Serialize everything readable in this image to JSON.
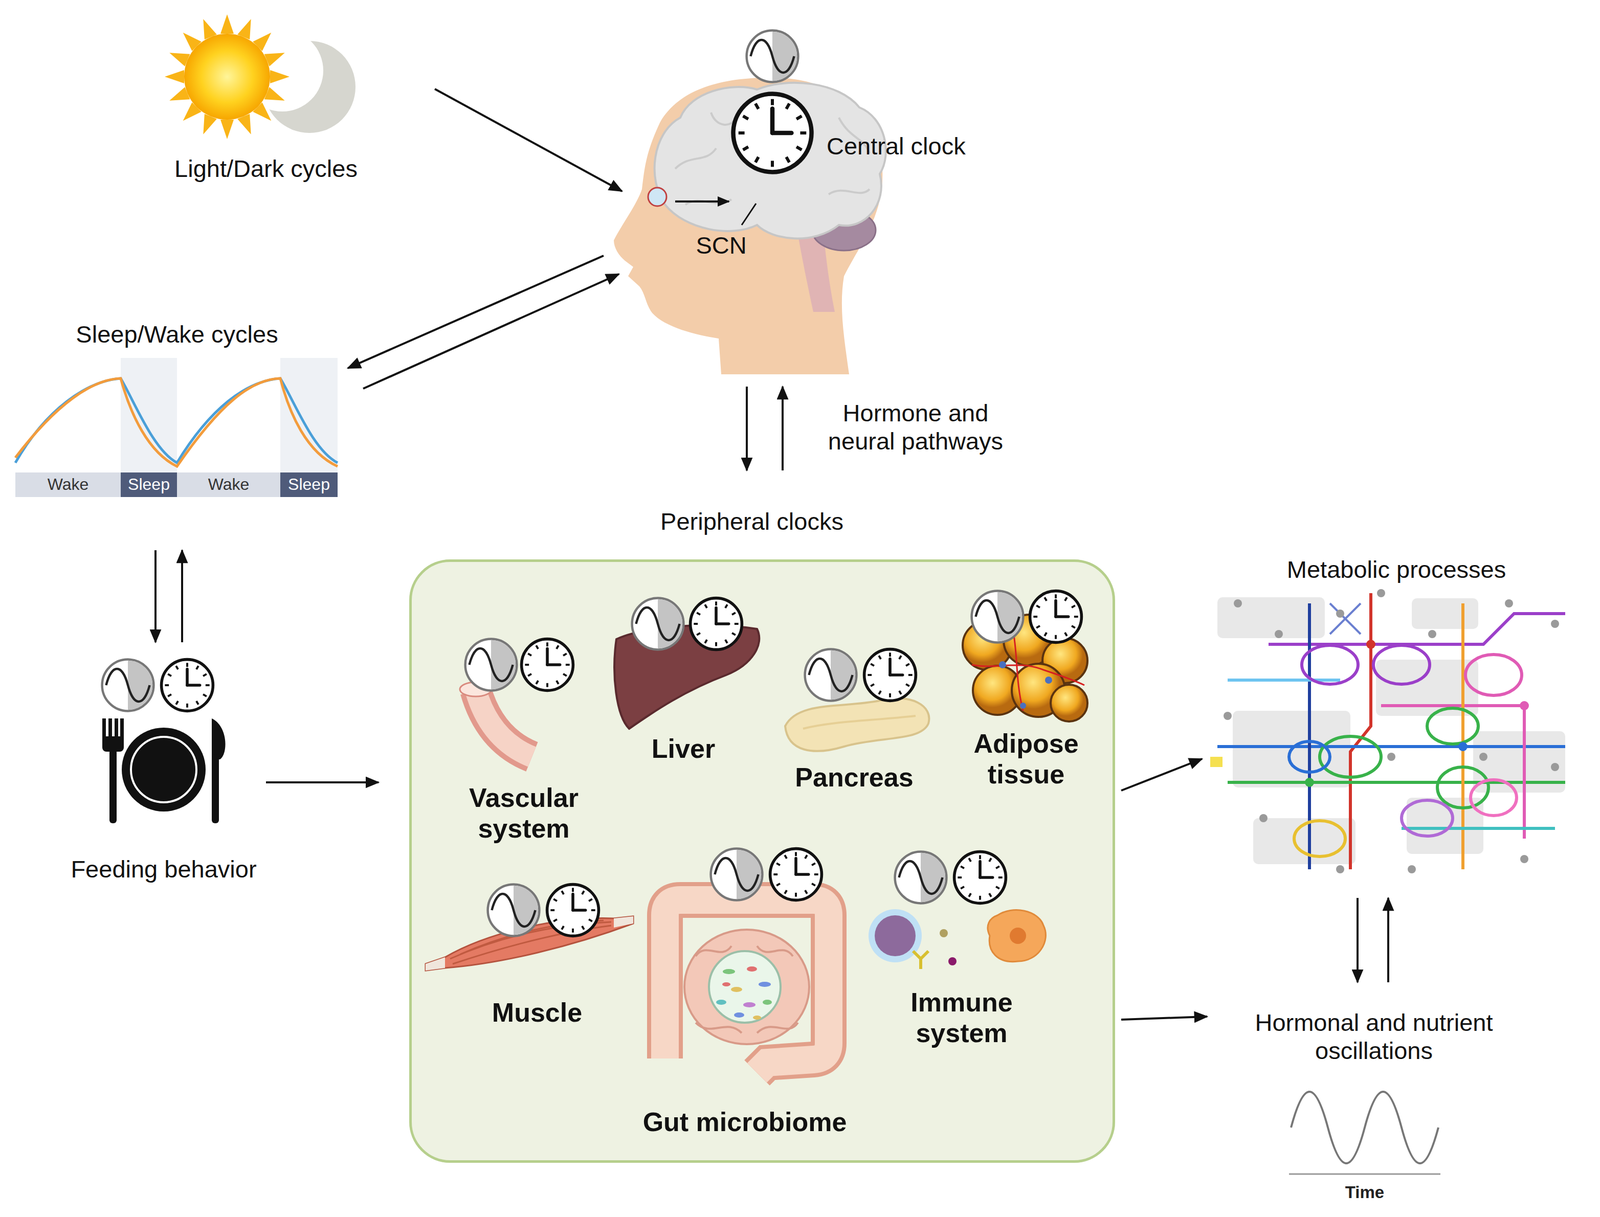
{
  "diagram": {
    "nodes": [
      {
        "text": [
          "Light/Dark cycles"
        ]
      },
      {
        "text": [
          "Central clock",
          "SCN"
        ]
      },
      {
        "text": [
          "Sleep/Wake cycles"
        ]
      },
      {
        "text": [
          "Feeding behavior"
        ]
      },
      {
        "text": [
          "Peripheral clocks"
        ]
      },
      {
        "text": [
          "Vascular system"
        ],
        "in": 4
      },
      {
        "text": [
          "Liver"
        ],
        "in": 4
      },
      {
        "text": [
          "Pancreas"
        ],
        "in": 4
      },
      {
        "text": [
          "Adipose tissue"
        ],
        "in": 4
      },
      {
        "text": [
          "Muscle"
        ],
        "in": 4
      },
      {
        "text": [
          "Gut microbiome"
        ],
        "in": 4
      },
      {
        "text": [
          "Immune system"
        ],
        "in": 4
      },
      {
        "text": [
          "Metabolic processes"
        ]
      },
      {
        "text": [
          "Hormonal and nutrient oscillations"
        ]
      }
    ],
    "edges": [
      {
        "from": 0,
        "to": 1,
        "arrow": "to"
      },
      {
        "from": 1,
        "to": 2,
        "arrow": "to"
      },
      {
        "from": 2,
        "to": 1,
        "arrow": "to"
      },
      {
        "from": 2,
        "to": 3,
        "arrow": "to"
      },
      {
        "from": 3,
        "to": 2,
        "arrow": "to"
      },
      {
        "from": 1,
        "to": 4,
        "arrow": "to"
      },
      {
        "from": 4,
        "to": 1,
        "arrow": "to",
        "label": "Hormone and neural pathways"
      },
      {
        "from": 3,
        "to": 4,
        "arrow": "to"
      },
      {
        "from": 4,
        "to": 12,
        "arrow": "to"
      },
      {
        "from": 4,
        "to": 13,
        "arrow": "to"
      },
      {
        "from": 12,
        "to": 13,
        "arrow": "to"
      },
      {
        "from": 13,
        "to": 12,
        "arrow": "to"
      }
    ],
    "labels": [
      "Wake",
      "Sleep",
      "Wake",
      "Sleep",
      "Time"
    ]
  }
}
